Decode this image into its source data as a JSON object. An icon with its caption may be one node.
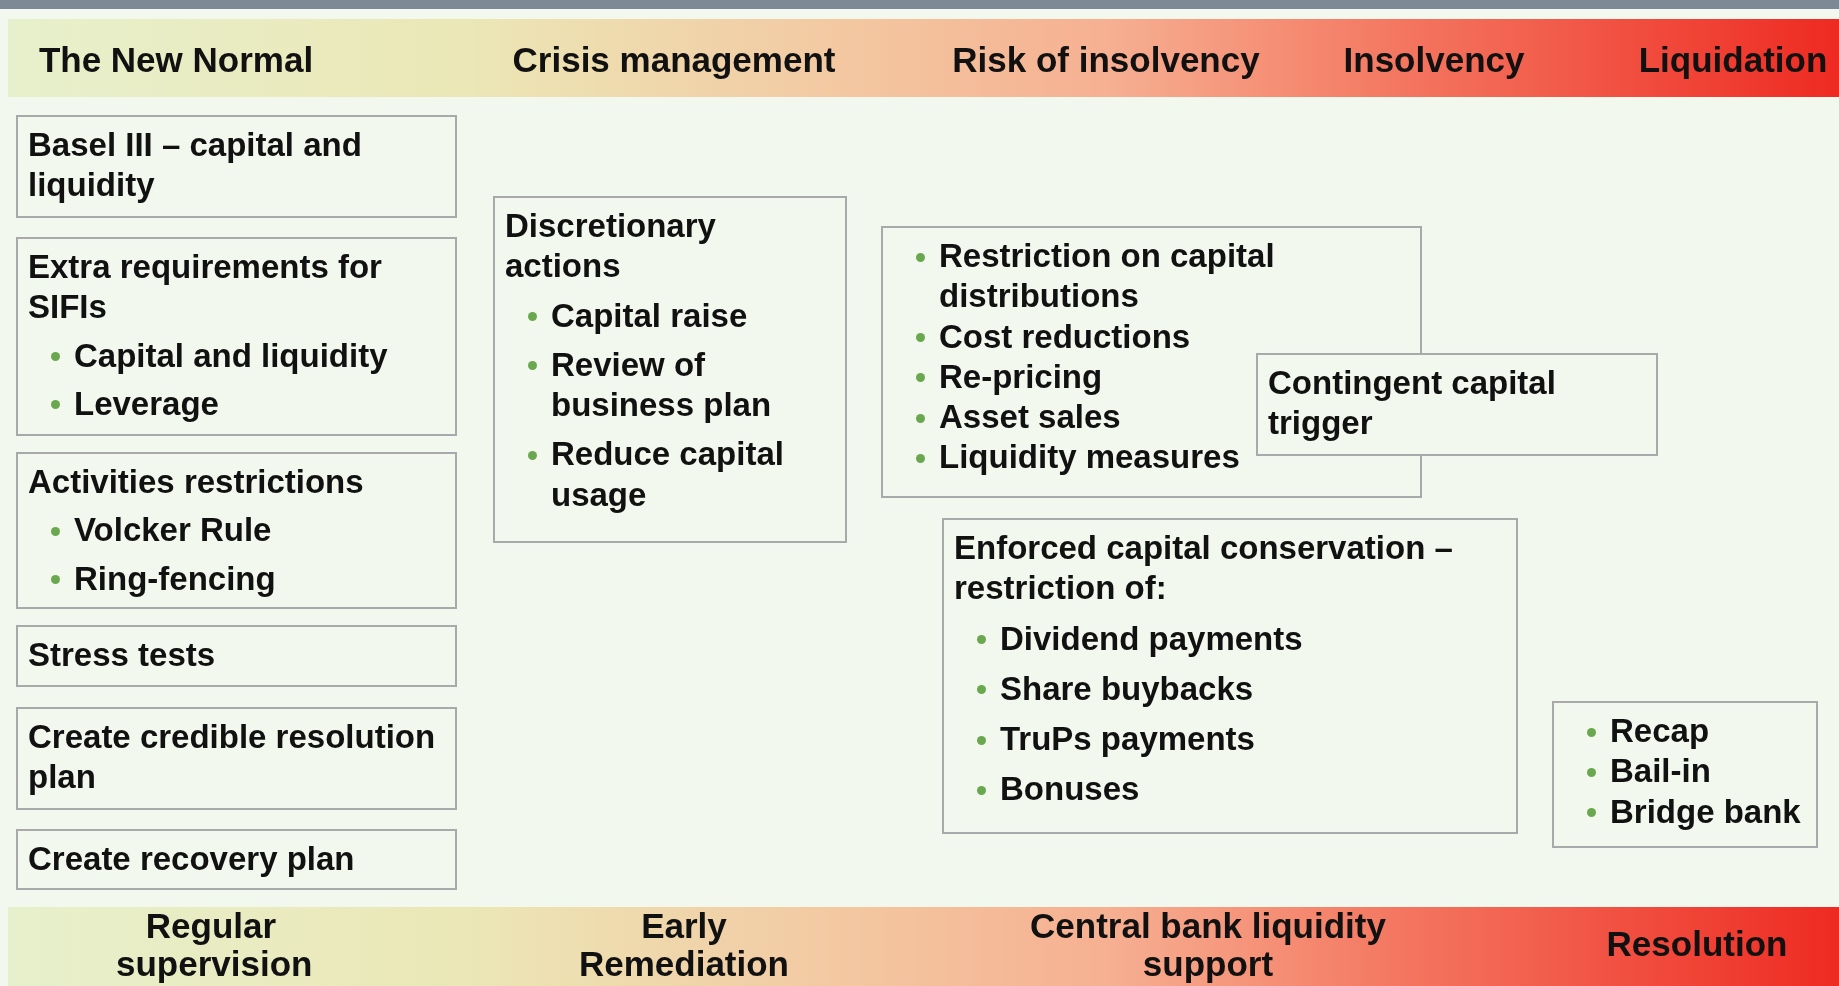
{
  "diagram": {
    "nodes": [
      {
        "text": [
          "Basel III – capital and liquidity"
        ]
      },
      {
        "text": [
          "Extra requirements for SIFIs",
          "Capital and liquidity",
          "Leverage"
        ]
      },
      {
        "text": [
          "Activities restrictions",
          "Volcker Rule",
          "Ring-fencing"
        ]
      },
      {
        "text": [
          "Stress tests"
        ]
      },
      {
        "text": [
          "Create credible resolution plan"
        ]
      },
      {
        "text": [
          "Create recovery plan"
        ]
      },
      {
        "text": [
          "Discretionary actions",
          "Capital raise",
          "Review of business plan",
          "Reduce capital usage"
        ]
      },
      {
        "text": [
          "Restriction on capital distributions",
          "Cost reductions",
          "Re-pricing",
          "Asset sales",
          "Liquidity measures"
        ]
      },
      {
        "text": [
          "Contingent capital trigger"
        ]
      },
      {
        "text": [
          "Enforced capital conservation – restriction of:",
          "Dividend payments",
          "Share buybacks",
          "TruPs payments",
          "Bonuses"
        ]
      },
      {
        "text": [
          "Recap",
          "Bail-in",
          "Bridge bank"
        ]
      }
    ],
    "labels": [
      "The New Normal",
      "Crisis management",
      "Risk of insolvency",
      "Insolvency",
      "Liquidation",
      "Regular supervision",
      "Early Remediation",
      "Central bank liquidity support",
      "Resolution"
    ]
  }
}
